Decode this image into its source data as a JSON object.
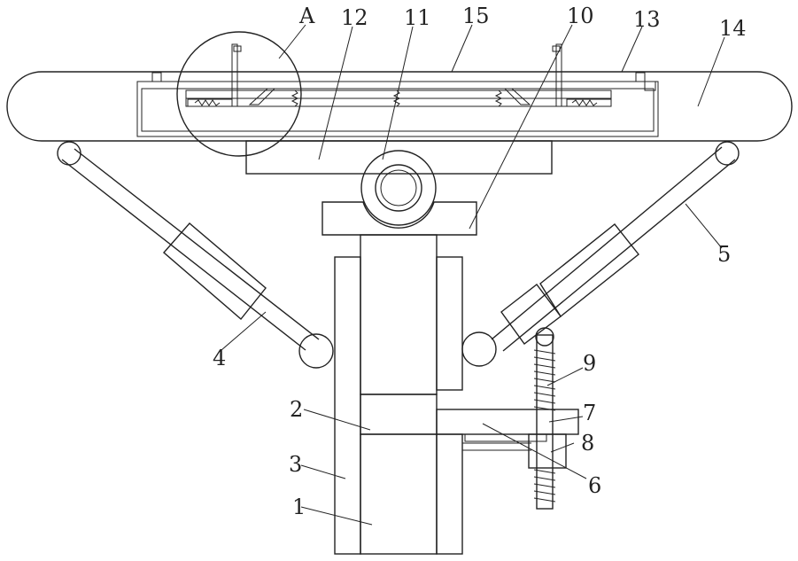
{
  "diagram": {
    "labels": {
      "A": "A",
      "n12": "12",
      "n11": "11",
      "n15": "15",
      "n10": "10",
      "n13": "13",
      "n14": "14",
      "n5": "5",
      "n4": "4",
      "n9": "9",
      "n7": "7",
      "n2": "2",
      "n8": "8",
      "n3": "3",
      "n6": "6",
      "n1": "1"
    }
  }
}
